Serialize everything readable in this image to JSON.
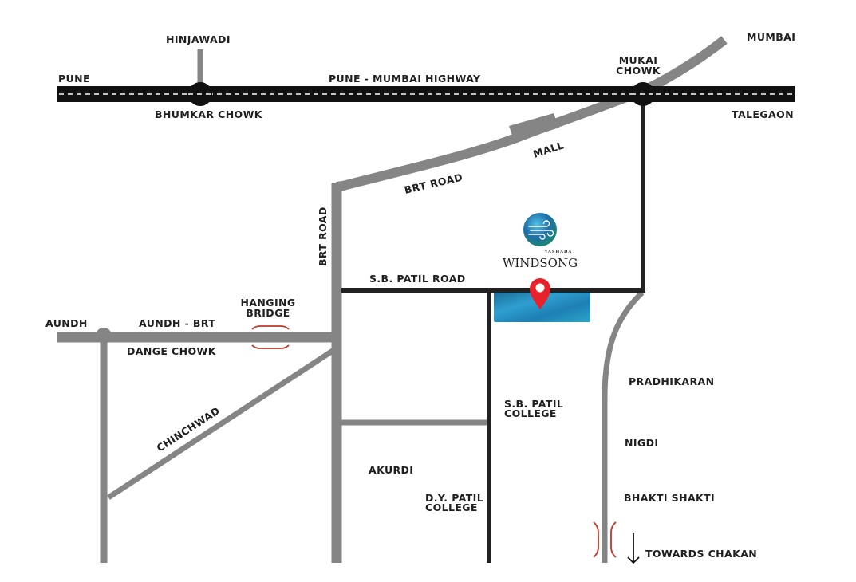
{
  "map": {
    "title": "Yashada Windsong Location Map",
    "colors": {
      "highway": "#111111",
      "highway_dash": "#ffffff",
      "road_gray": "#858585",
      "road_dark": "#222222",
      "bridge_marker": "#c0392b",
      "pin": "#e8222a",
      "site_block": "#2a8fc0"
    },
    "labels": {
      "hinjawadi": "HINJAWADI",
      "pune": "PUNE",
      "bhumkar_chowk": "BHUMKAR CHOWK",
      "highway": "PUNE - MUMBAI HIGHWAY",
      "mukai_chowk_1": "MUKAI",
      "mukai_chowk_2": "CHOWK",
      "mumbai": "MUMBAI",
      "talegaon": "TALEGAON",
      "mall": "MALL",
      "brt_road_top": "BRT ROAD",
      "brt_road_vertical": "BRT ROAD",
      "sb_patil_road": "S.B. PATIL ROAD",
      "aundh": "AUNDH",
      "aundh_brt": "AUNDH - BRT",
      "hanging_bridge_1": "HANGING",
      "hanging_bridge_2": "BRIDGE",
      "dange_chowk": "DANGE CHOWK",
      "chinchwad": "CHINCHWAD",
      "sb_patil_college_1": "S.B. PATIL",
      "sb_patil_college_2": "COLLEGE",
      "akurdi": "AKURDI",
      "dy_patil_college_1": "D.Y. PATIL",
      "dy_patil_college_2": "COLLEGE",
      "pradhikaran": "PRADHIKARAN",
      "nigdi": "NIGDI",
      "bhakti_shakti": "BHAKTI SHAKTI",
      "towards_chakan": "TOWARDS CHAKAN"
    },
    "brand": {
      "subtitle": "YASHADA",
      "name": "WINDSONG",
      "logo_icon": "wind-icon"
    },
    "icons": {
      "location_pin": "map-pin-icon",
      "direction_arrow": "arrow-down-icon"
    }
  }
}
